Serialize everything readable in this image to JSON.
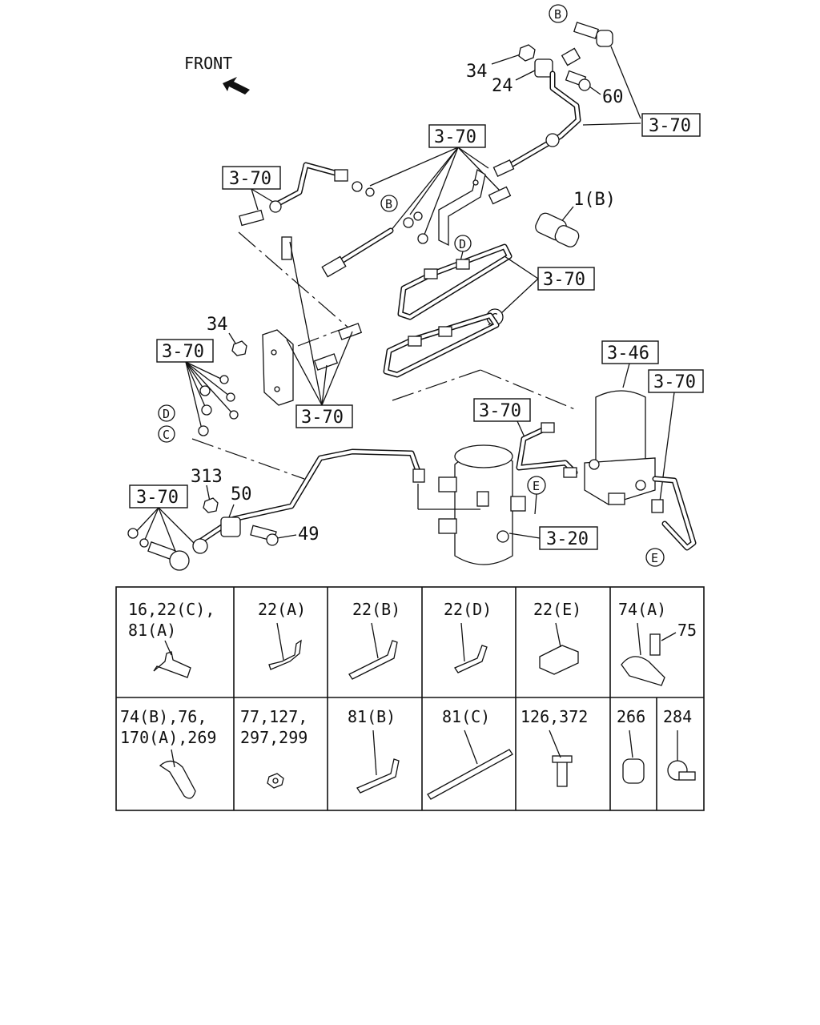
{
  "front_label": "FRONT",
  "ref_labels": {
    "r_top_right": "3-70",
    "r_upper_left": "3-70",
    "r_upper_mid": "3-70",
    "r_mid_right": "3-70",
    "r_left_bracket": "3-70",
    "r_center_bracket": "3-70",
    "r_tank_pipe": "3-70",
    "r_dryer_right": "3-70",
    "r_dryer": "3-46",
    "r_tank": "3-20",
    "r_bottom_left": "3-70"
  },
  "part_numbers": {
    "p34_top": "34",
    "p24": "24",
    "p60": "60",
    "p1b": "1(B)",
    "p34_mid": "34",
    "p313": "313",
    "p50": "50",
    "p49": "49"
  },
  "circle_letters": {
    "b_top": "B",
    "b_mid": "B",
    "d_mid": "D",
    "c_mid": "C",
    "d_left": "D",
    "c_left": "C",
    "e_tank": "E",
    "e_dryer": "E"
  },
  "table": {
    "row1": [
      {
        "lines": [
          "16,22(C),",
          "81(A)"
        ]
      },
      {
        "lines": [
          "22(A)"
        ]
      },
      {
        "lines": [
          "22(B)"
        ]
      },
      {
        "lines": [
          "22(D)"
        ]
      },
      {
        "lines": [
          "22(E)"
        ]
      },
      {
        "lines": [
          "74(A)"
        ],
        "extra": "75"
      }
    ],
    "row2": [
      {
        "lines": [
          "74(B),76,",
          "170(A),269"
        ]
      },
      {
        "lines": [
          "77,127,",
          "297,299"
        ]
      },
      {
        "lines": [
          "81(B)"
        ]
      },
      {
        "lines": [
          "81(C)"
        ]
      },
      {
        "lines": [
          "126,372"
        ]
      },
      {
        "lines": [
          "266"
        ]
      },
      {
        "lines": [
          "284"
        ]
      }
    ]
  },
  "icons": [
    "arrow-front-icon",
    "clip-icon",
    "bracket-icon",
    "tank-icon",
    "air-dryer-icon"
  ]
}
